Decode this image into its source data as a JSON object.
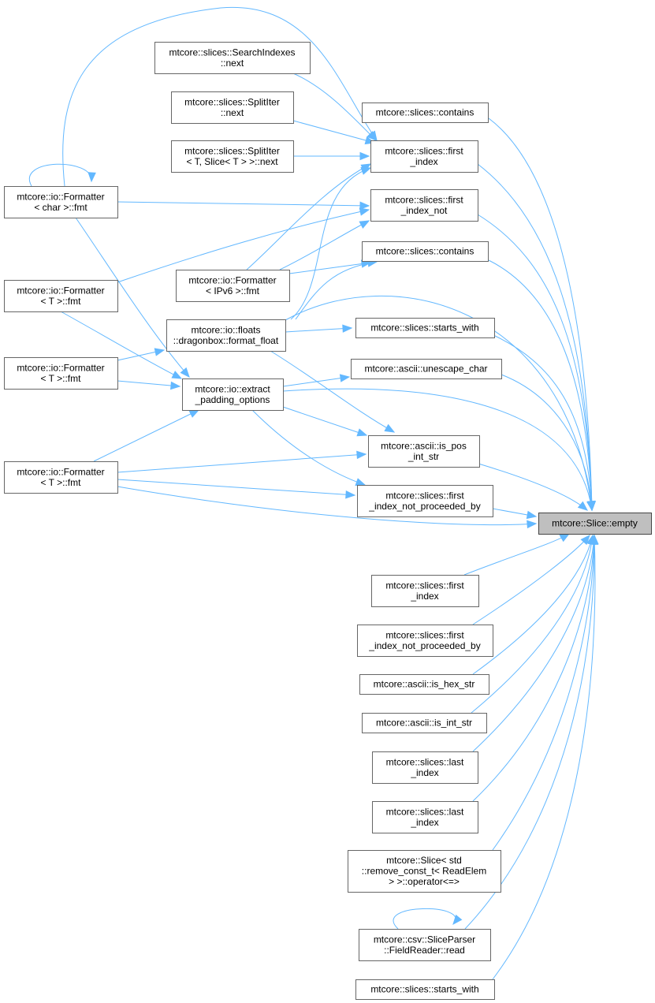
{
  "graph": {
    "colors": {
      "edge": "#63b8ff",
      "node_border": "#666666",
      "target_fill": "#bfbfbf",
      "background": "#ffffff"
    },
    "target": "n_target",
    "nodes": [
      {
        "id": "n_target",
        "lines": [
          "mtcore::Slice::empty"
        ],
        "target": true
      },
      {
        "id": "n_fmt_char",
        "lines": [
          "mtcore::io::Formatter",
          "< char >::fmt"
        ]
      },
      {
        "id": "n_fmt_t1",
        "lines": [
          "mtcore::io::Formatter",
          "< T >::fmt"
        ]
      },
      {
        "id": "n_fmt_t2",
        "lines": [
          "mtcore::io::Formatter",
          "< T >::fmt"
        ]
      },
      {
        "id": "n_fmt_t3",
        "lines": [
          "mtcore::io::Formatter",
          "< T >::fmt"
        ]
      },
      {
        "id": "n_search_next",
        "lines": [
          "mtcore::slices::SearchIndexes",
          "::next"
        ]
      },
      {
        "id": "n_split_next",
        "lines": [
          "mtcore::slices::SplitIter",
          "::next"
        ]
      },
      {
        "id": "n_split_t_next",
        "lines": [
          "mtcore::slices::SplitIter",
          "< T, Slice< T > >::next"
        ]
      },
      {
        "id": "n_fmt_ipv6",
        "lines": [
          "mtcore::io::Formatter",
          "< IPv6 >::fmt"
        ]
      },
      {
        "id": "n_format_float",
        "lines": [
          "mtcore::io::floats",
          "::dragonbox::format_float"
        ]
      },
      {
        "id": "n_extract_padding",
        "lines": [
          "mtcore::io::extract",
          "_padding_options"
        ]
      },
      {
        "id": "n_contains1",
        "lines": [
          "mtcore::slices::contains"
        ]
      },
      {
        "id": "n_first_index1",
        "lines": [
          "mtcore::slices::first",
          "_index"
        ]
      },
      {
        "id": "n_first_index_not",
        "lines": [
          "mtcore::slices::first",
          "_index_not"
        ]
      },
      {
        "id": "n_contains2",
        "lines": [
          "mtcore::slices::contains"
        ]
      },
      {
        "id": "n_starts_with1",
        "lines": [
          "mtcore::slices::starts_with"
        ]
      },
      {
        "id": "n_unescape_char",
        "lines": [
          "mtcore::ascii::unescape_char"
        ]
      },
      {
        "id": "n_is_pos_int",
        "lines": [
          "mtcore::ascii::is_pos",
          "_int_str"
        ]
      },
      {
        "id": "n_first_index_npb1",
        "lines": [
          "mtcore::slices::first",
          "_index_not_proceeded_by"
        ]
      },
      {
        "id": "n_first_index2",
        "lines": [
          "mtcore::slices::first",
          "_index"
        ]
      },
      {
        "id": "n_first_index_npb2",
        "lines": [
          "mtcore::slices::first",
          "_index_not_proceeded_by"
        ]
      },
      {
        "id": "n_is_hex_str",
        "lines": [
          "mtcore::ascii::is_hex_str"
        ]
      },
      {
        "id": "n_is_int_str",
        "lines": [
          "mtcore::ascii::is_int_str"
        ]
      },
      {
        "id": "n_last_index1",
        "lines": [
          "mtcore::slices::last",
          "_index"
        ]
      },
      {
        "id": "n_last_index2",
        "lines": [
          "mtcore::slices::last",
          "_index"
        ]
      },
      {
        "id": "n_slice_cmp",
        "lines": [
          "mtcore::Slice< std",
          "::remove_const_t< ReadElem",
          "> >::operator<=>"
        ]
      },
      {
        "id": "n_field_reader_read",
        "lines": [
          "mtcore::csv::SliceParser",
          "::FieldReader::read"
        ]
      },
      {
        "id": "n_starts_with2",
        "lines": [
          "mtcore::slices::starts_with"
        ]
      }
    ],
    "edges": [
      {
        "from": "n_contains1",
        "to": "n_target"
      },
      {
        "from": "n_first_index1",
        "to": "n_target"
      },
      {
        "from": "n_first_index_not",
        "to": "n_target"
      },
      {
        "from": "n_contains2",
        "to": "n_target"
      },
      {
        "from": "n_format_float",
        "to": "n_target"
      },
      {
        "from": "n_starts_with1",
        "to": "n_target"
      },
      {
        "from": "n_unescape_char",
        "to": "n_target"
      },
      {
        "from": "n_extract_padding",
        "to": "n_target"
      },
      {
        "from": "n_is_pos_int",
        "to": "n_target"
      },
      {
        "from": "n_first_index_npb1",
        "to": "n_target"
      },
      {
        "from": "n_fmt_t3",
        "to": "n_target"
      },
      {
        "from": "n_first_index2",
        "to": "n_target"
      },
      {
        "from": "n_first_index_npb2",
        "to": "n_target"
      },
      {
        "from": "n_is_hex_str",
        "to": "n_target"
      },
      {
        "from": "n_is_int_str",
        "to": "n_target"
      },
      {
        "from": "n_last_index1",
        "to": "n_target"
      },
      {
        "from": "n_last_index2",
        "to": "n_target"
      },
      {
        "from": "n_slice_cmp",
        "to": "n_target"
      },
      {
        "from": "n_field_reader_read",
        "to": "n_target"
      },
      {
        "from": "n_starts_with2",
        "to": "n_target"
      },
      {
        "from": "n_search_next",
        "to": "n_first_index1"
      },
      {
        "from": "n_split_next",
        "to": "n_first_index1"
      },
      {
        "from": "n_split_t_next",
        "to": "n_first_index1"
      },
      {
        "from": "n_fmt_char",
        "to": "n_first_index1"
      },
      {
        "from": "n_fmt_ipv6",
        "to": "n_first_index1"
      },
      {
        "from": "n_format_float",
        "to": "n_first_index1"
      },
      {
        "from": "n_fmt_char",
        "to": "n_first_index_not"
      },
      {
        "from": "n_fmt_t1",
        "to": "n_first_index_not"
      },
      {
        "from": "n_fmt_ipv6",
        "to": "n_first_index_not"
      },
      {
        "from": "n_fmt_ipv6",
        "to": "n_contains2"
      },
      {
        "from": "n_format_float",
        "to": "n_contains2"
      },
      {
        "from": "n_format_float",
        "to": "n_starts_with1"
      },
      {
        "from": "n_extract_padding",
        "to": "n_unescape_char"
      },
      {
        "from": "n_extract_padding",
        "to": "n_is_pos_int"
      },
      {
        "from": "n_format_float",
        "to": "n_is_pos_int"
      },
      {
        "from": "n_fmt_t3",
        "to": "n_is_pos_int"
      },
      {
        "from": "n_extract_padding",
        "to": "n_first_index_npb1"
      },
      {
        "from": "n_fmt_t3",
        "to": "n_first_index_npb1"
      },
      {
        "from": "n_fmt_char",
        "to": "n_fmt_char"
      },
      {
        "from": "n_fmt_char",
        "to": "n_extract_padding"
      },
      {
        "from": "n_fmt_t1",
        "to": "n_extract_padding"
      },
      {
        "from": "n_fmt_t2",
        "to": "n_extract_padding"
      },
      {
        "from": "n_fmt_t3",
        "to": "n_extract_padding"
      },
      {
        "from": "n_fmt_t2",
        "to": "n_format_float"
      },
      {
        "from": "n_field_reader_read",
        "to": "n_field_reader_read"
      }
    ]
  }
}
